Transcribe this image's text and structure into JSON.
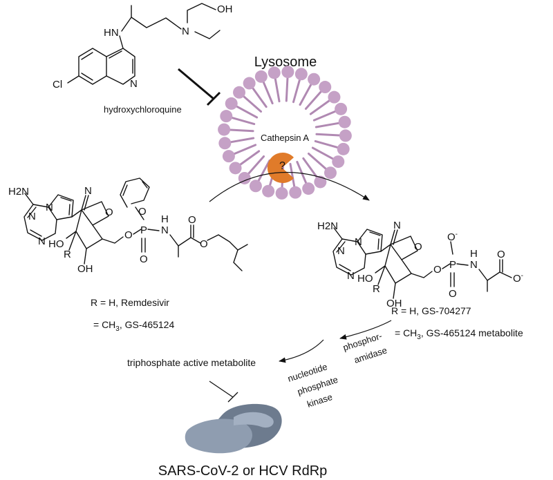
{
  "title": "Lysosome",
  "enzyme": "Cathepsin A",
  "unknown_mark": "?",
  "hcq": {
    "name": "hydroxychloroquine",
    "atoms": {
      "hn": "HN",
      "n": "N",
      "oh": "OH",
      "cl": "Cl",
      "n_ring": "N"
    }
  },
  "remdesivir": {
    "label_line1": "R = H, Remdesivir",
    "label_line2_prefix": "= CH",
    "label_line2_sub": "3",
    "label_line2_suffix": ", GS-465124",
    "atoms": {
      "h2n": "H2N",
      "n1": "N",
      "n2": "N",
      "n3": "N",
      "cn_n": "N",
      "o_ring": "O",
      "ho1": "HO",
      "r": "R",
      "ho2": "OH",
      "o_link": "O",
      "p": "P",
      "o_p": "O",
      "o_ph": "O",
      "nh_n": "N",
      "nh_h": "H",
      "o_carb": "O",
      "o_ester": "O"
    }
  },
  "metabolite": {
    "label_line1": "R = H, GS-704277",
    "label_line2_prefix": "= CH",
    "label_line2_sub": "3",
    "label_line2_suffix": ", GS-465124 metabolite",
    "atoms": {
      "h2n": "H2N",
      "n1": "N",
      "n2": "N",
      "n3": "N",
      "cn_n": "N",
      "o_ring": "O",
      "ho1": "HO",
      "r": "R",
      "ho2": "OH",
      "o_link": "O",
      "p": "P",
      "o_p": "O",
      "o_minus": "O",
      "nh_n": "N",
      "nh_h": "H",
      "o_carb": "O",
      "o_acid": "O"
    }
  },
  "enzymes": {
    "phosphoramidase_1": "phosphor-",
    "phosphoramidase_2": "amidase",
    "npk_1": "nucleotide",
    "npk_2": "phosphate",
    "npk_3": "kinase"
  },
  "active_metabolite": "triphosphate active metabolite",
  "target": "SARS-CoV-2 or HCV RdRp",
  "colors": {
    "lipid": "#c5a1c6",
    "lipid_stroke": "#b089b2",
    "enzyme": "#e07b2a",
    "protein": "#8f9db0",
    "protein_dark": "#6d7b8e",
    "ink": "#111111"
  }
}
